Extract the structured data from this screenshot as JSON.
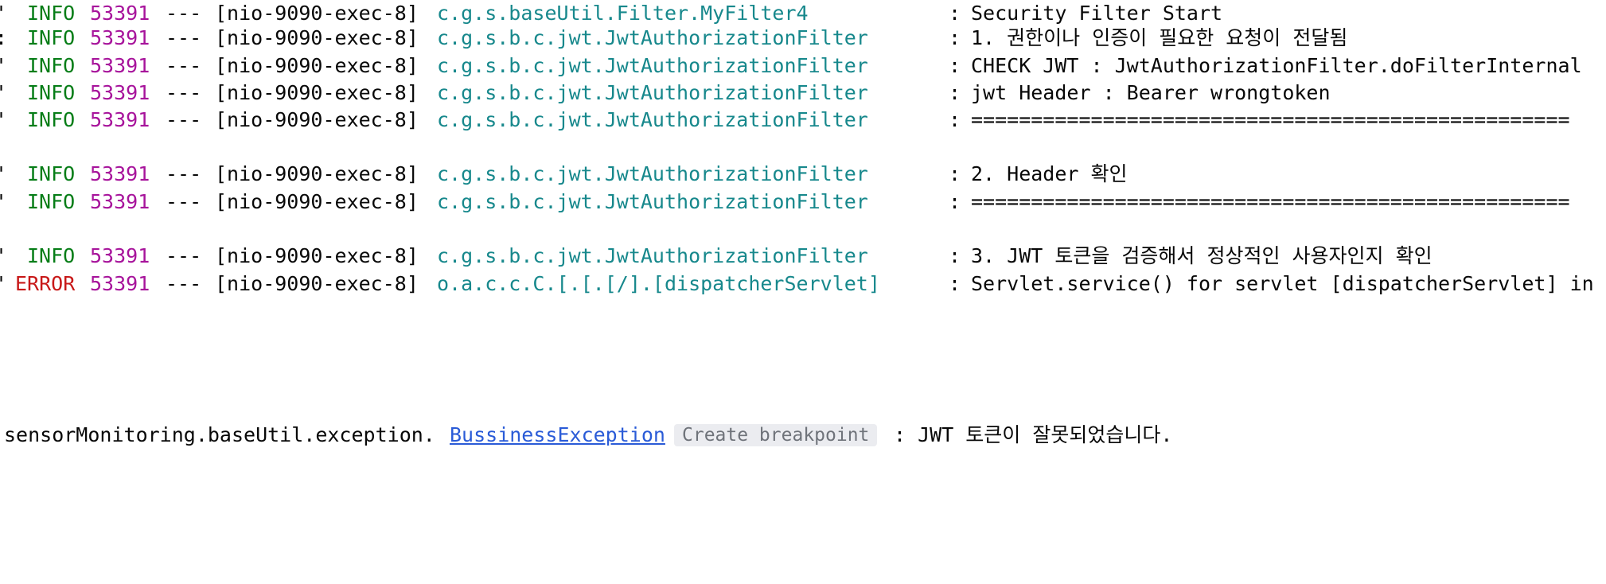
{
  "colors": {
    "info": "#067d17",
    "error": "#c81818",
    "pid": "#a7139b",
    "logger": "#17888c",
    "text": "#080808",
    "link": "#2a5bd7",
    "breakpoint_bg": "#ebecf0",
    "breakpoint_text": "#6f737a"
  },
  "log_lines": [
    {
      "edge": "'",
      "level": "INFO",
      "pid": "53391",
      "sep": "---",
      "thread": "[nio-9090-exec-8]",
      "logger": "c.g.s.baseUtil.Filter.MyFilter4",
      "colon": ":",
      "message": "Security Filter Start"
    },
    {
      "edge": ":",
      "level": "INFO",
      "pid": "53391",
      "sep": "---",
      "thread": "[nio-9090-exec-8]",
      "logger": "c.g.s.b.c.jwt.JwtAuthorizationFilter",
      "colon": ":",
      "message": "1. 권한이나 인증이 필요한 요청이 전달됨"
    },
    {
      "edge": "'",
      "level": "INFO",
      "pid": "53391",
      "sep": "---",
      "thread": "[nio-9090-exec-8]",
      "logger": "c.g.s.b.c.jwt.JwtAuthorizationFilter",
      "colon": ":",
      "message": "CHECK JWT : JwtAuthorizationFilter.doFilterInternal"
    },
    {
      "edge": "'",
      "level": "INFO",
      "pid": "53391",
      "sep": "---",
      "thread": "[nio-9090-exec-8]",
      "logger": "c.g.s.b.c.jwt.JwtAuthorizationFilter",
      "colon": ":",
      "message": "jwt Header : Bearer wrongtoken"
    },
    {
      "edge": "'",
      "level": "INFO",
      "pid": "53391",
      "sep": "---",
      "thread": "[nio-9090-exec-8]",
      "logger": "c.g.s.b.c.jwt.JwtAuthorizationFilter",
      "colon": ":",
      "message": "=================================================="
    },
    {
      "edge": "'",
      "level": "INFO",
      "pid": "53391",
      "sep": "---",
      "thread": "[nio-9090-exec-8]",
      "logger": "c.g.s.b.c.jwt.JwtAuthorizationFilter",
      "colon": ":",
      "message": "2. Header 확인"
    },
    {
      "edge": "'",
      "level": "INFO",
      "pid": "53391",
      "sep": "---",
      "thread": "[nio-9090-exec-8]",
      "logger": "c.g.s.b.c.jwt.JwtAuthorizationFilter",
      "colon": ":",
      "message": "=================================================="
    },
    {
      "edge": "'",
      "level": "INFO",
      "pid": "53391",
      "sep": "---",
      "thread": "[nio-9090-exec-8]",
      "logger": "c.g.s.b.c.jwt.JwtAuthorizationFilter",
      "colon": ":",
      "message": "3. JWT 토큰을 검증해서 정상적인 사용자인지 확인"
    },
    {
      "edge": "'",
      "level": "ERROR",
      "pid": "53391",
      "sep": "---",
      "thread": "[nio-9090-exec-8]",
      "logger": "o.a.c.c.C.[.[.[/].[dispatcherServlet]",
      "colon": ":",
      "message": "Servlet.service() for servlet [dispatcherServlet] in"
    }
  ],
  "exception_line": {
    "prefix": "sensorMonitoring.baseUtil.exception.",
    "link": "BussinessException",
    "breakpoint_label": "Create breakpoint",
    "message": ": JWT 토큰이 잘못되었습니다."
  }
}
